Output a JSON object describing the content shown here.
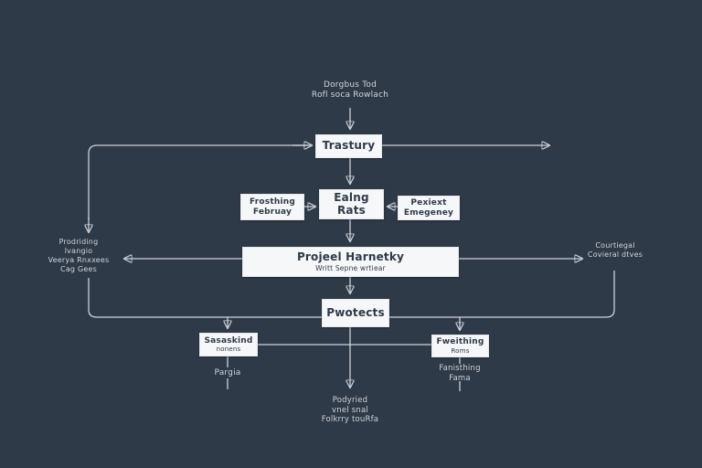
{
  "colors": {
    "background": "#2f3a49",
    "line": "#dbe0e5",
    "box_fill": "#f6f7f8",
    "box_text": "#2e3a4a",
    "note_text": "#d6dce2"
  },
  "diagram": {
    "top_note": {
      "lines": [
        "Dorgbus Tod",
        "Rofl soca Rowlach"
      ]
    },
    "nodes": {
      "treasury": {
        "label": "Trastury"
      },
      "mid_left": {
        "lines": [
          "Frosthing",
          "Februay"
        ]
      },
      "mid_center": {
        "label": "Ealng Rats"
      },
      "mid_right": {
        "lines": [
          "Pexiext",
          "Emegeney"
        ]
      },
      "wide": {
        "title": "Projeel Harnetky",
        "subtitle": "Writt Sepne wrtiear"
      },
      "protects": {
        "label": "Pwotects"
      },
      "bottom_left": {
        "lines": [
          "Sasaskind",
          "nonens"
        ]
      },
      "bottom_right": {
        "lines": [
          "Fweithing",
          "Roms"
        ]
      }
    },
    "side_notes": {
      "left": {
        "lines": [
          "Prodriding",
          "lvangio",
          "Veerya Rnxxees",
          "Cag Gees"
        ]
      },
      "right": {
        "lines": [
          "Courtiegal",
          "Covieral dtves"
        ]
      },
      "under_bottom_left": {
        "lines": [
          "Pargia"
        ]
      },
      "under_bottom_right": {
        "lines": [
          "Fanisthing",
          "Fama"
        ]
      },
      "bottom_center": {
        "lines": [
          "Podyried",
          "vnel snal",
          "Folkrry touRfa"
        ]
      }
    }
  }
}
